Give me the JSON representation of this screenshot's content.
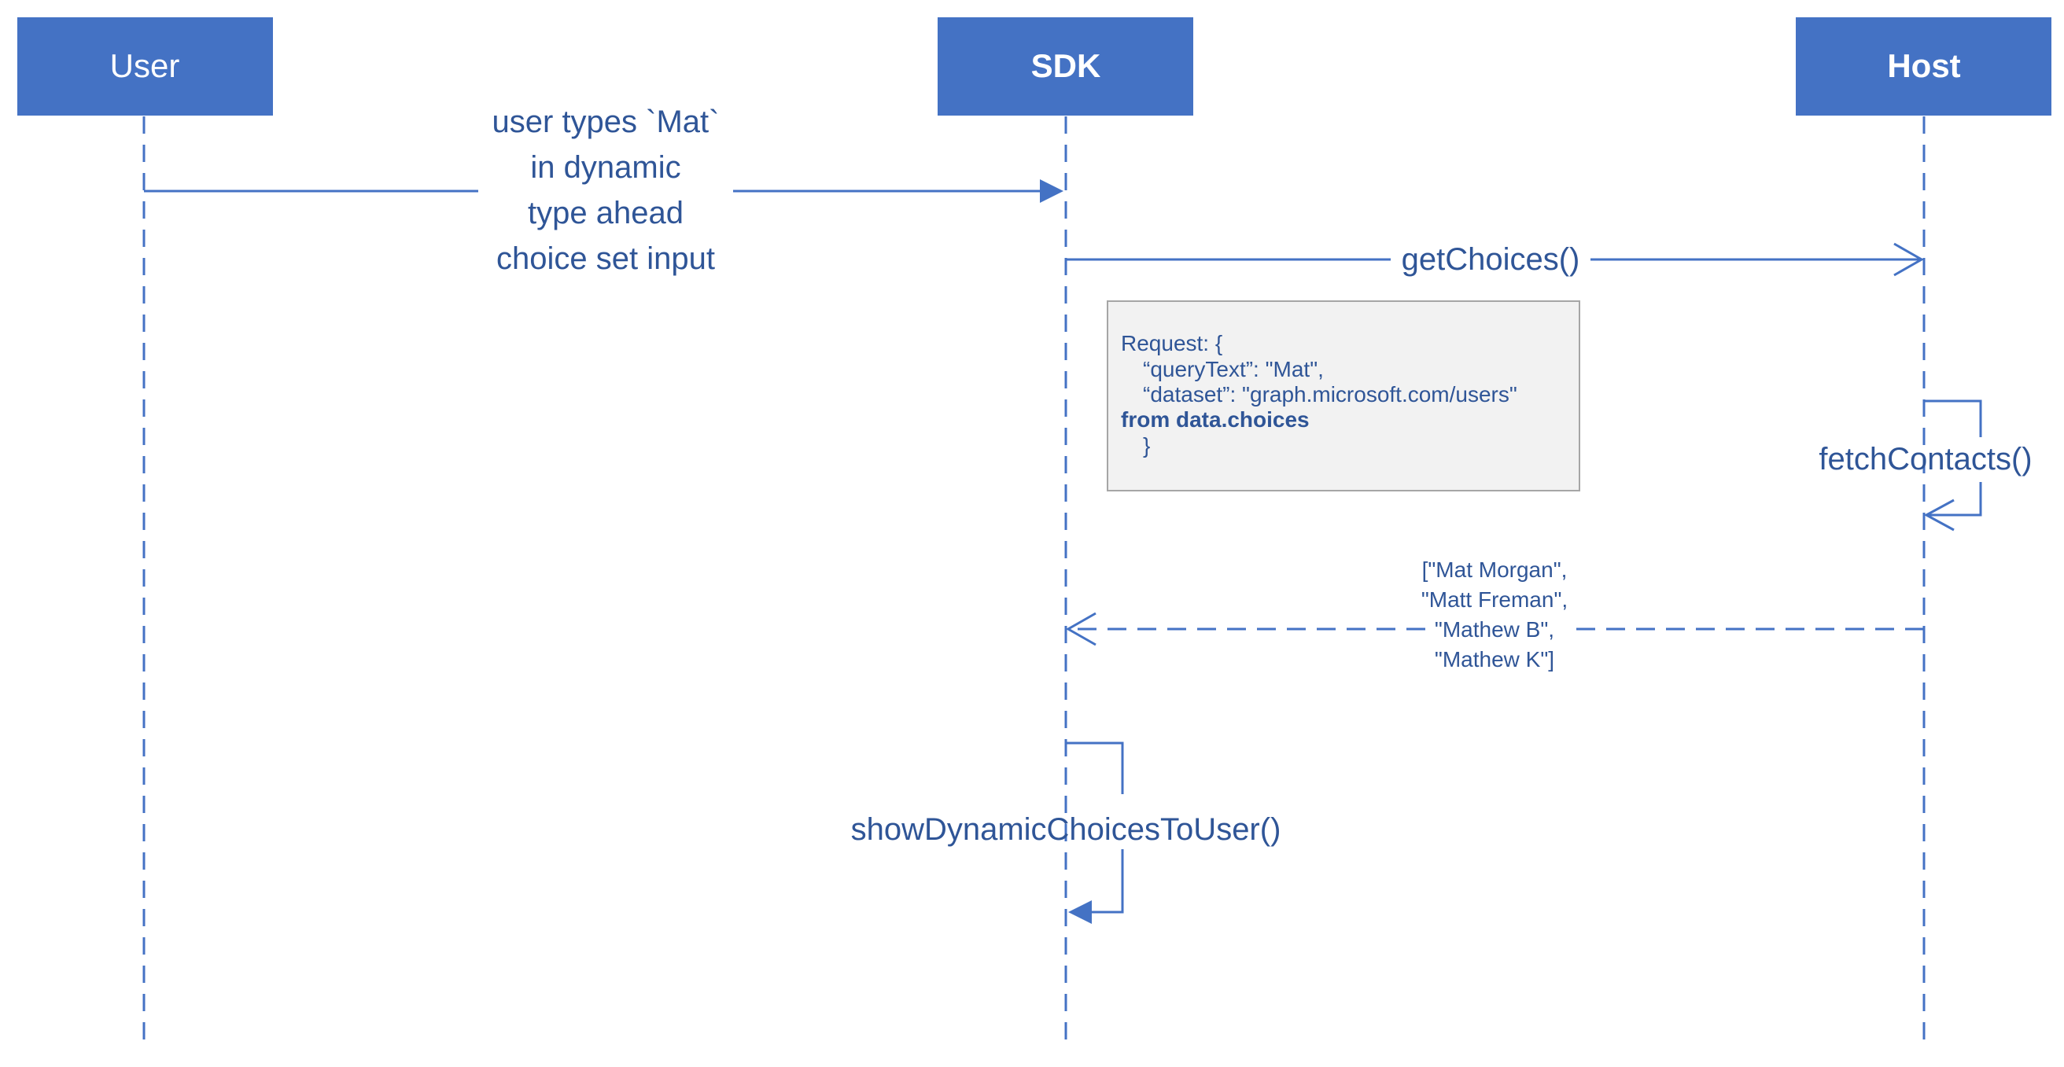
{
  "colors": {
    "actor_fill": "#4472C4",
    "line": "#4472C4",
    "text": "#2F5597",
    "note_fill": "#F2F2F2",
    "note_border": "#A6A6A6"
  },
  "actors": {
    "user": "User",
    "sdk": "SDK",
    "host": "Host"
  },
  "messages": {
    "user_input": [
      "user types `Mat`",
      "in dynamic",
      "type ahead",
      "choice set input"
    ],
    "get_choices": "getChoices()",
    "fetch_contacts": "fetchContacts()",
    "show_choices": "showDynamicChoicesToUser()"
  },
  "note": {
    "lines": [
      "Request: {",
      "“queryText”: \"Mat\",",
      "“dataset”: \"graph.microsoft.com/users\"",
      "from data.choices",
      "}"
    ]
  },
  "return_values": [
    "[\"Mat Morgan\",",
    "\"Matt Freman\",",
    "\"Mathew B\",",
    "\"Mathew K\"]"
  ]
}
